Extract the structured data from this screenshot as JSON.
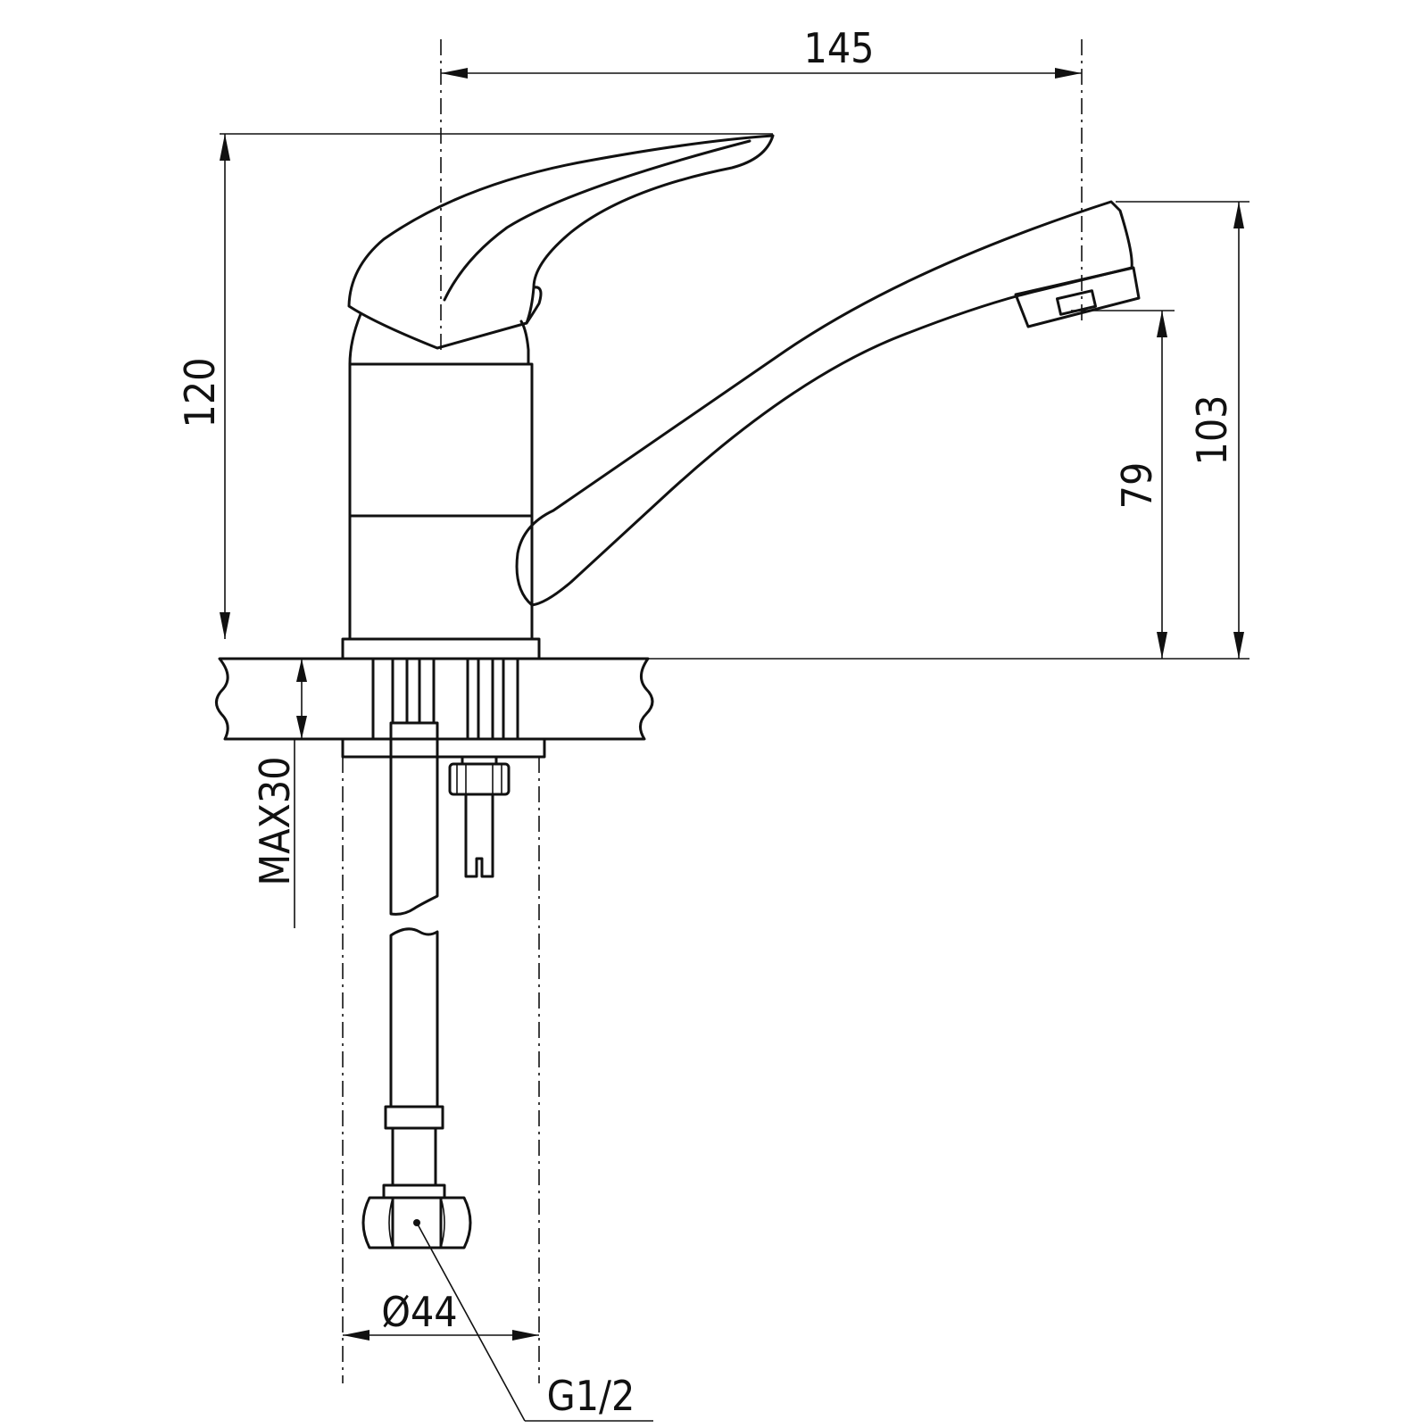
{
  "dimensions": {
    "spout_reach": "145",
    "total_height": "120",
    "spout_top_height": "103",
    "spout_outlet_height": "79",
    "max_counter_thickness": "MAX30",
    "base_diameter": "Ø44",
    "connection_thread": "G1/2"
  },
  "colors": {
    "line": "#111111",
    "background": "#ffffff"
  }
}
